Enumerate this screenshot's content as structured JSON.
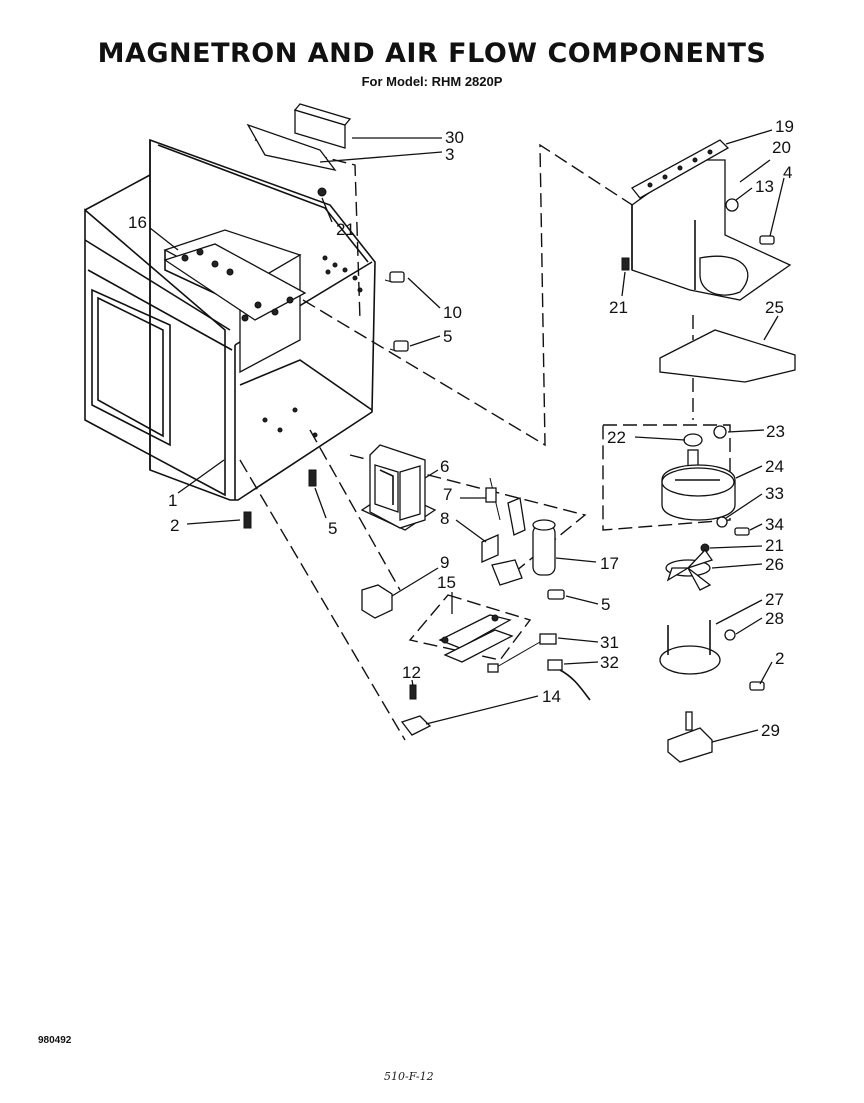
{
  "title": "MAGNETRON AND AIR FLOW COMPONENTS",
  "subtitle": "For Model: RHM 2820P",
  "drawing_code": "980492",
  "handwritten_note": "510-F-12",
  "callouts": [
    {
      "id": "c30",
      "text": "30"
    },
    {
      "id": "c3",
      "text": "3"
    },
    {
      "id": "c21a",
      "text": "21"
    },
    {
      "id": "c16",
      "text": "16"
    },
    {
      "id": "c10",
      "text": "10"
    },
    {
      "id": "c5a",
      "text": "5"
    },
    {
      "id": "c1",
      "text": "1"
    },
    {
      "id": "c2a",
      "text": "2"
    },
    {
      "id": "c5b",
      "text": "5"
    },
    {
      "id": "c6",
      "text": "6"
    },
    {
      "id": "c7",
      "text": "7"
    },
    {
      "id": "c8",
      "text": "8"
    },
    {
      "id": "c9",
      "text": "9"
    },
    {
      "id": "c15",
      "text": "15"
    },
    {
      "id": "c12",
      "text": "12"
    },
    {
      "id": "c14",
      "text": "14"
    },
    {
      "id": "c17",
      "text": "17"
    },
    {
      "id": "c5c",
      "text": "5"
    },
    {
      "id": "c31",
      "text": "31"
    },
    {
      "id": "c32",
      "text": "32"
    },
    {
      "id": "c19",
      "text": "19"
    },
    {
      "id": "c20",
      "text": "20"
    },
    {
      "id": "c13",
      "text": "13"
    },
    {
      "id": "c4",
      "text": "4"
    },
    {
      "id": "c21b",
      "text": "21"
    },
    {
      "id": "c25",
      "text": "25"
    },
    {
      "id": "c22",
      "text": "22"
    },
    {
      "id": "c23",
      "text": "23"
    },
    {
      "id": "c24",
      "text": "24"
    },
    {
      "id": "c33",
      "text": "33"
    },
    {
      "id": "c34",
      "text": "34"
    },
    {
      "id": "c21c",
      "text": "21"
    },
    {
      "id": "c26",
      "text": "26"
    },
    {
      "id": "c27",
      "text": "27"
    },
    {
      "id": "c28",
      "text": "28"
    },
    {
      "id": "c2b",
      "text": "2"
    },
    {
      "id": "c29",
      "text": "29"
    }
  ]
}
